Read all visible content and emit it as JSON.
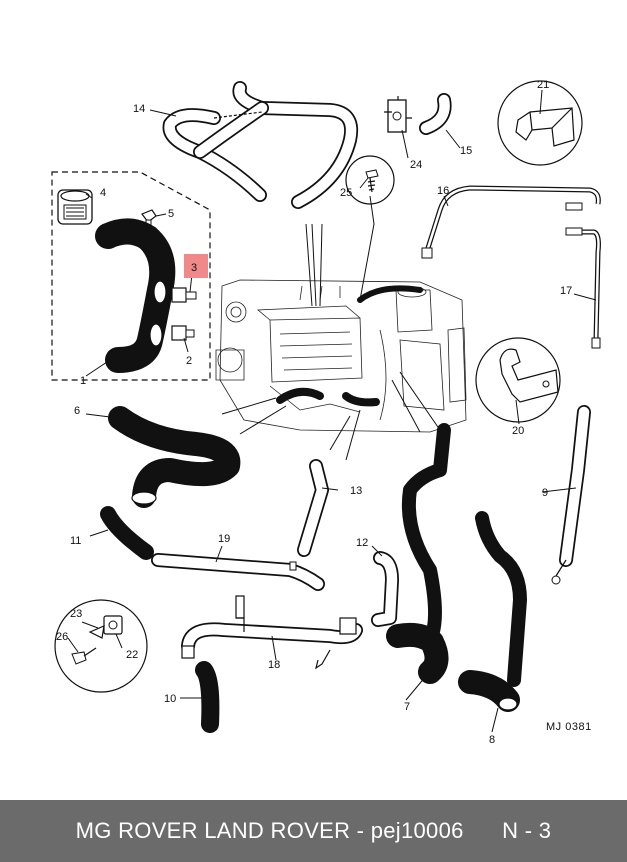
{
  "callouts": {
    "c1": "1",
    "c2": "2",
    "c3": "3",
    "c4": "4",
    "c5": "5",
    "c6": "6",
    "c7": "7",
    "c8": "8",
    "c9": "9",
    "c10": "10",
    "c11": "11",
    "c12": "12",
    "c13": "13",
    "c14": "14",
    "c15": "15",
    "c16": "16",
    "c17": "17",
    "c18": "18",
    "c19": "19",
    "c20": "20",
    "c21": "21",
    "c22": "22",
    "c23": "23",
    "c24": "24",
    "c25": "25",
    "c26": "26"
  },
  "highlight_color": "#f08a8a",
  "diagram_ref": "MJ 0381",
  "footer": {
    "brand_text": "MG ROVER LAND ROVER - pej10006",
    "page_text": "N - 3"
  }
}
